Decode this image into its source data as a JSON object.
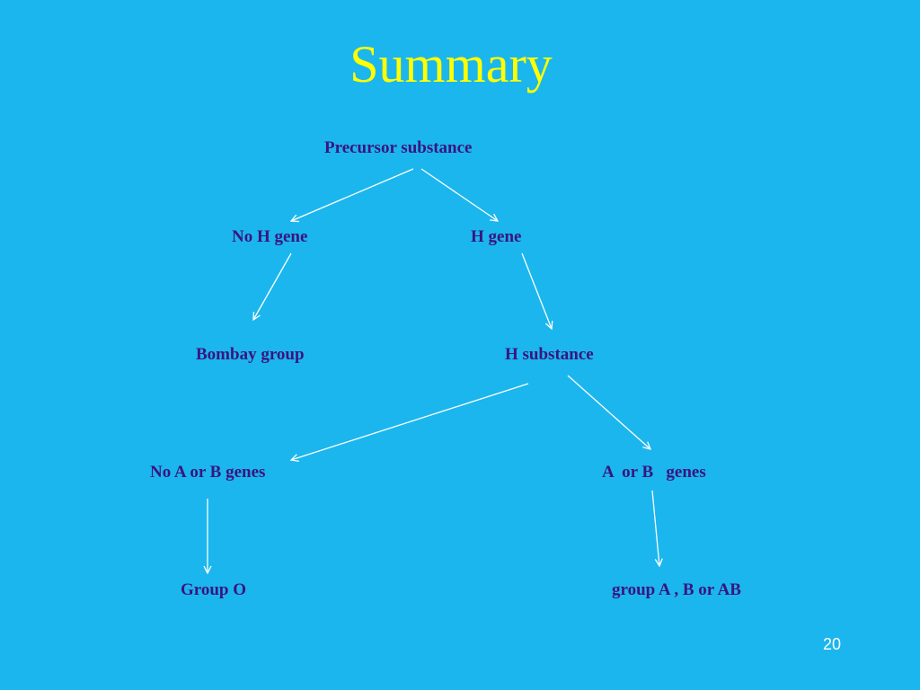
{
  "colors": {
    "background": "#1bb6ee",
    "title": "#ffff00",
    "node_text": "#3a1480",
    "arrow": "#ffffff",
    "page_number": "#ffffff"
  },
  "slide": {
    "title": "Summary",
    "page_number": "20"
  },
  "diagram": {
    "nodes": {
      "precursor": "Precursor substance",
      "no_h_gene": "No H gene",
      "h_gene": "H gene",
      "bombay": "Bombay group",
      "h_substance": "H substance",
      "no_ab_genes": "No A or B genes",
      "ab_genes": "A  or B   genes",
      "group_o": "Group O",
      "group_ab": "group A , B or AB"
    },
    "edges": [
      {
        "from": "precursor",
        "to": "no_h_gene"
      },
      {
        "from": "precursor",
        "to": "h_gene"
      },
      {
        "from": "no_h_gene",
        "to": "bombay"
      },
      {
        "from": "h_gene",
        "to": "h_substance"
      },
      {
        "from": "h_substance",
        "to": "no_ab_genes"
      },
      {
        "from": "h_substance",
        "to": "ab_genes"
      },
      {
        "from": "no_ab_genes",
        "to": "group_o"
      },
      {
        "from": "ab_genes",
        "to": "group_ab"
      }
    ]
  }
}
